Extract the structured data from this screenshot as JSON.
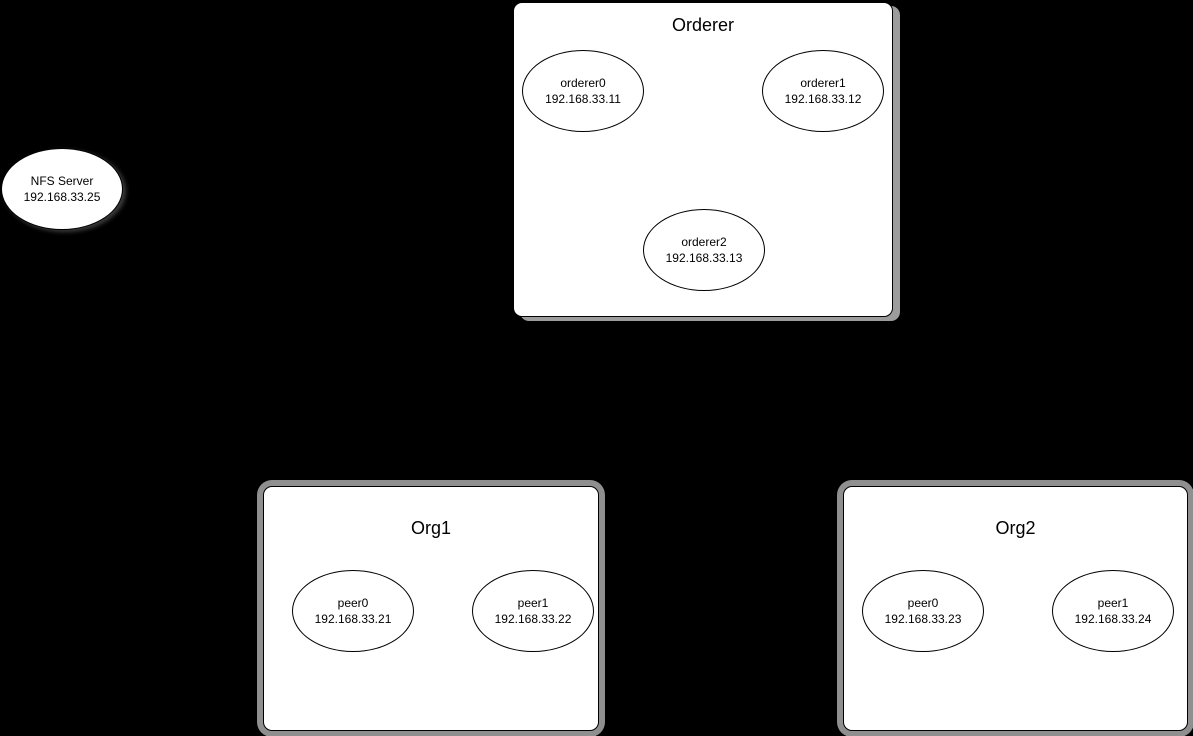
{
  "diagram": {
    "type": "network-topology",
    "colors": {
      "background": "#000000",
      "node_fill": "#ffffff",
      "node_border": "#000000",
      "text": "#000000",
      "shadow_gray": "#9c9c9c",
      "halo_gray": "#8f8f8f"
    },
    "standalone_nodes": [
      {
        "name": "NFS Server",
        "ip": "192.168.33.25"
      }
    ],
    "groups": [
      {
        "title": "Orderer",
        "nodes": [
          {
            "name": "orderer0",
            "ip": "192.168.33.11"
          },
          {
            "name": "orderer1",
            "ip": "192.168.33.12"
          },
          {
            "name": "orderer2",
            "ip": "192.168.33.13"
          }
        ]
      },
      {
        "title": "Org1",
        "nodes": [
          {
            "name": "peer0",
            "ip": "192.168.33.21"
          },
          {
            "name": "peer1",
            "ip": "192.168.33.22"
          }
        ]
      },
      {
        "title": "Org2",
        "nodes": [
          {
            "name": "peer0",
            "ip": "192.168.33.23"
          },
          {
            "name": "peer1",
            "ip": "192.168.33.24"
          }
        ]
      }
    ]
  }
}
